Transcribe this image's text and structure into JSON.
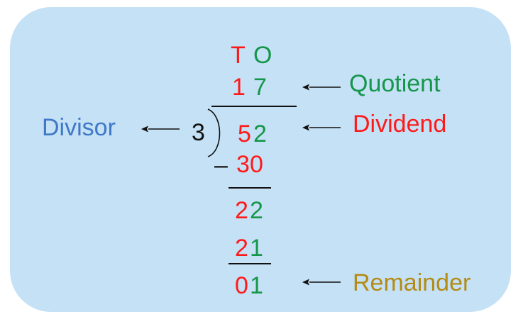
{
  "headers": {
    "tens": "T",
    "ones": "O"
  },
  "quotient": {
    "tens": "1",
    "ones": "7",
    "label": "Quotient"
  },
  "divisor": {
    "value": "3",
    "label": "Divisor"
  },
  "dividend": {
    "tens": "5",
    "ones": "2",
    "label": "Dividend"
  },
  "step1": {
    "minus": "–",
    "tens": "3",
    "ones": "0"
  },
  "step2": {
    "tens": "2",
    "ones": "2"
  },
  "step3": {
    "tens": "2",
    "ones": "1"
  },
  "remainder": {
    "tens": "0",
    "ones": "1",
    "label": "Remainder"
  },
  "colors": {
    "background_panel": "#c5e1f6",
    "tens": "#ff1a1a",
    "ones": "#16964a",
    "divisor_label": "#3f78c8",
    "remainder_label": "#b38b16",
    "lines": "#111111"
  }
}
